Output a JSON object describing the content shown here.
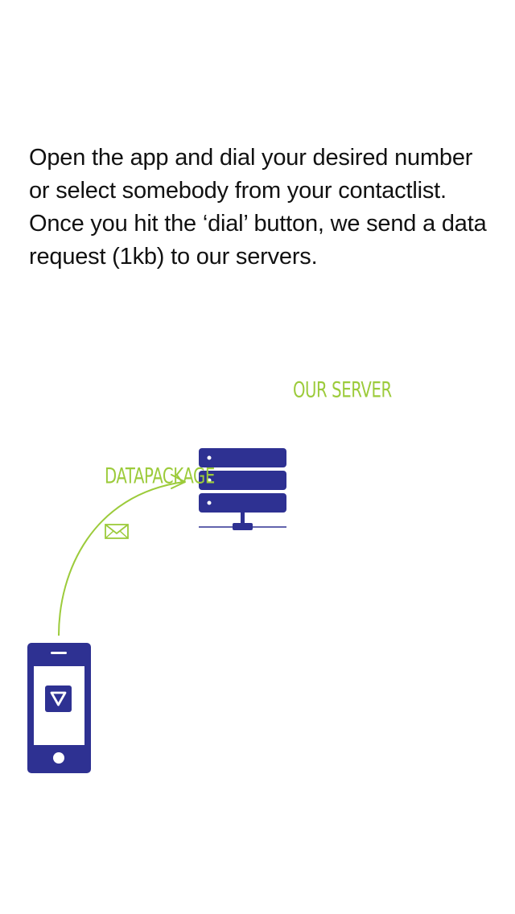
{
  "intro": {
    "text": "Open the app and dial your desired number or select somebody from your contactlist. Once you hit the ‘dial’ button, we send a data request (1kb) to our servers."
  },
  "diagram": {
    "server_label": "OUR SERVER",
    "package_label": "DATAPACKAGE",
    "colors": {
      "accent_green": "#9ccb3b",
      "brand_navy": "#2e3192",
      "white": "#ffffff"
    },
    "icons": [
      "server-icon",
      "envelope-icon",
      "phone-icon",
      "app-logo-icon",
      "arrow-icon"
    ]
  }
}
